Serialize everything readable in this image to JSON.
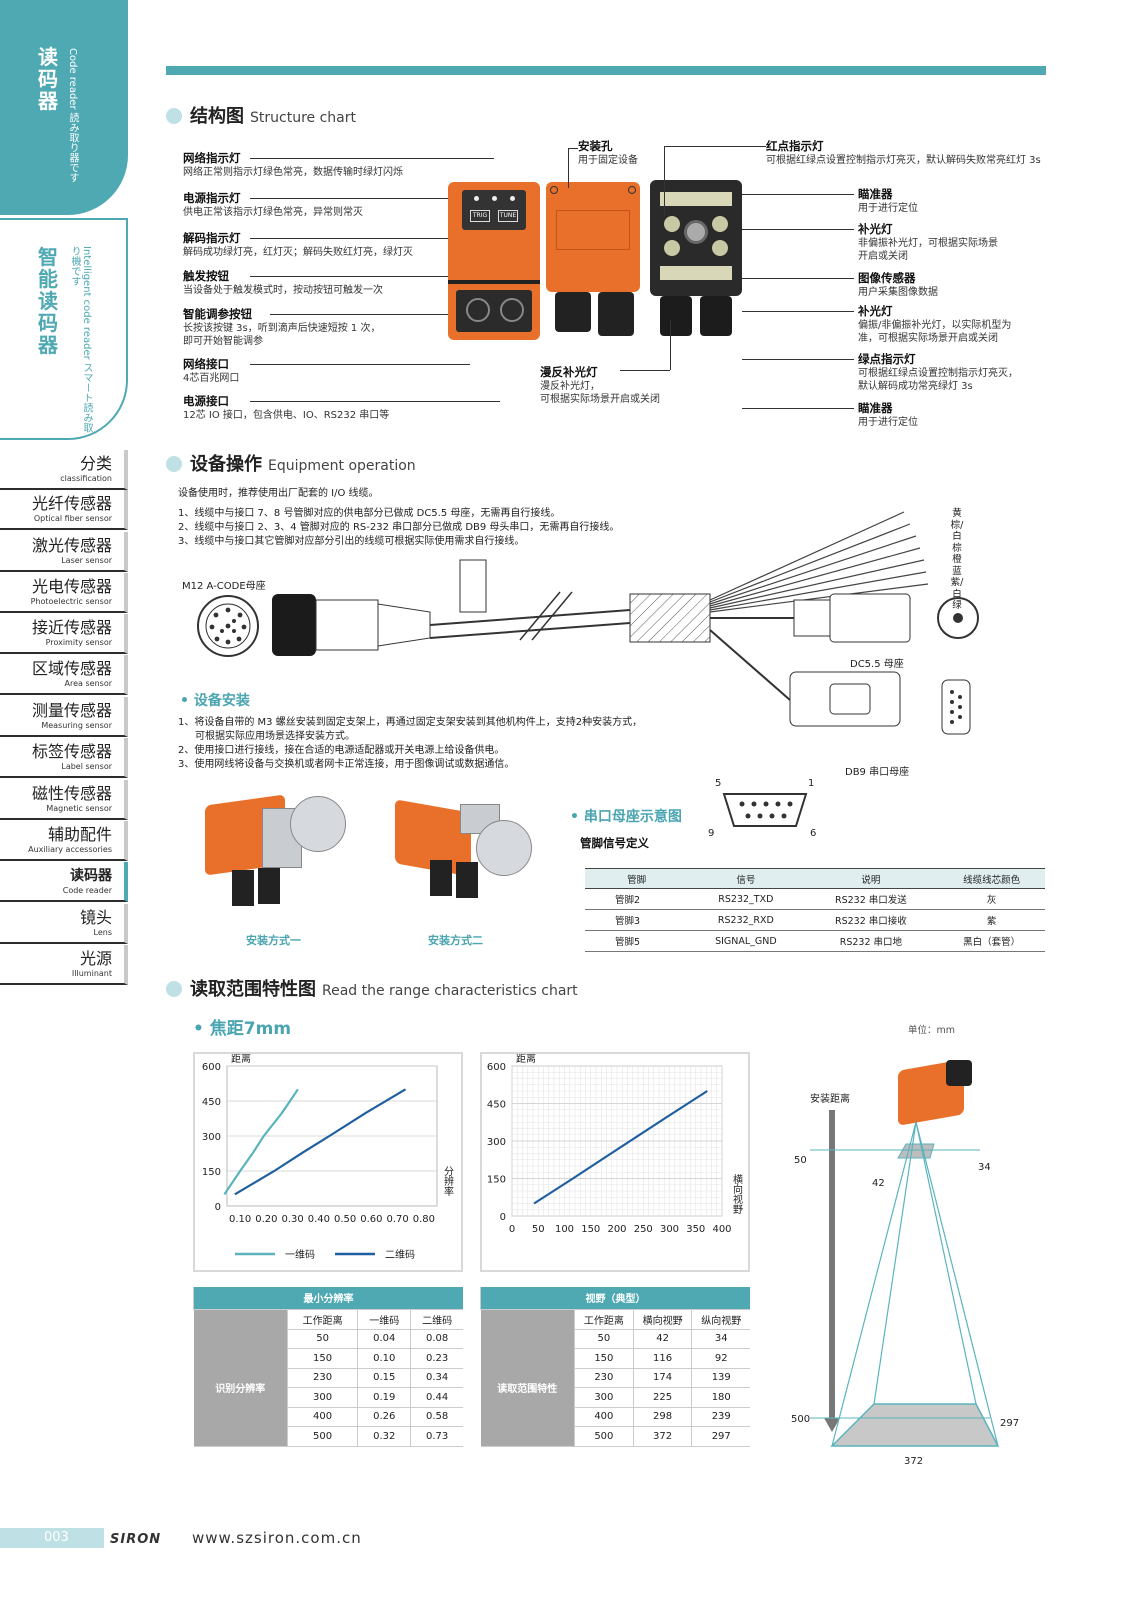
{
  "sidebar": {
    "tab_top": {
      "cn": "读码器",
      "en": "Code reader 読み取り器です"
    },
    "tab_mid": {
      "cn": "智能读码器",
      "en": "Intelligent code reader スマート読み取り機です"
    },
    "categories": [
      {
        "cn": "分类",
        "en": "classification"
      },
      {
        "cn": "光纤传感器",
        "en": "Optical fiber sensor"
      },
      {
        "cn": "激光传感器",
        "en": "Laser sensor"
      },
      {
        "cn": "光电传感器",
        "en": "Photoelectric sensor"
      },
      {
        "cn": "接近传感器",
        "en": "Proximity sensor"
      },
      {
        "cn": "区域传感器",
        "en": "Area sensor"
      },
      {
        "cn": "测量传感器",
        "en": "Measuring sensor"
      },
      {
        "cn": "标签传感器",
        "en": "Label sensor"
      },
      {
        "cn": "磁性传感器",
        "en": "Magnetic sensor"
      },
      {
        "cn": "辅助配件",
        "en": "Auxiliary accessories"
      },
      {
        "cn": "读码器",
        "en": "Code reader"
      },
      {
        "cn": "镜头",
        "en": "Lens"
      },
      {
        "cn": "光源",
        "en": "Illuminant"
      }
    ]
  },
  "structure": {
    "title": "结构图",
    "title_en": "Structure chart",
    "left_labels": [
      {
        "t": "网络指示灯",
        "d": "网络正常则指示灯绿色常亮，数据传输时绿灯闪烁"
      },
      {
        "t": "电源指示灯",
        "d": "供电正常该指示灯绿色常亮，异常则常灭"
      },
      {
        "t": "解码指示灯",
        "d": "解码成功绿灯亮，红灯灭；解码失败红灯亮，绿灯灭"
      },
      {
        "t": "触发按钮",
        "d": "当设备处于触发模式时，按动按钮可触发一次"
      },
      {
        "t": "智能调参按钮",
        "d": "长按该按键 3s，听到滴声后快速短按 1 次，",
        "d2": "即可开始智能调参"
      },
      {
        "t": "网络接口",
        "d": "4芯百兆网口"
      },
      {
        "t": "电源接口",
        "d": "12芯 IO 接口，包含供电、IO、RS232 串口等"
      }
    ],
    "mount_hole": {
      "t": "安装孔",
      "d": "用于固定设备"
    },
    "red_led": {
      "t": "红点指示灯",
      "d": "可根据红绿点设置控制指示灯亮灭，默认解码失败常亮红灯 3s"
    },
    "diffuse": {
      "t": "漫反补光灯",
      "d": "漫反补光灯，",
      "d2": "可根据实际场景开启或关闭"
    },
    "right_labels": [
      {
        "t": "瞄准器",
        "d": "用于进行定位"
      },
      {
        "t": "补光灯",
        "d": "非偏振补光灯，可根据实际场景",
        "d2": "开启或关闭"
      },
      {
        "t": "图像传感器",
        "d": "用户采集图像数据"
      },
      {
        "t": "补光灯",
        "d": "偏振/非偏振补光灯，以实际机型为",
        "d2": "准，可根据实际场景开启或关闭"
      },
      {
        "t": "绿点指示灯",
        "d": "可根据红绿点设置控制指示灯亮灭，",
        "d2": "默认解码成功常亮绿灯 3s"
      },
      {
        "t": "瞄准器",
        "d": "用于进行定位"
      }
    ],
    "buttons": [
      "TRIG",
      "TUNE"
    ]
  },
  "operation": {
    "title": "设备操作",
    "title_en": "Equipment operation",
    "intro": "设备使用时，推荐使用出厂配套的 I/O 线缆。",
    "items": [
      "1、线缆中与接口 7、8 号管脚对应的供电部分已做成 DC5.5 母座，无需再自行接线。",
      "2、线缆中与接口 2、3、4 管脚对应的 RS-232 串口部分已做成 DB9 母头串口，无需再自行接线。",
      "3、线缆中与接口其它管脚对应部分引出的线缆可根据实际使用需求自行接线。"
    ],
    "m12": "M12 A-CODE母座",
    "wires": [
      "黄",
      "棕/白",
      "棕",
      "橙",
      "蓝",
      "紫/白",
      "绿"
    ],
    "dc": "DC5.5 母座",
    "db9": "DB9 串口母座"
  },
  "install": {
    "title": "设备安装",
    "items": [
      "1、将设备自带的 M3 螺丝安装到固定支架上，再通过固定支架安装到其他机构件上，支持2种安装方式，",
      "可根据实际应用场景选择安装方式。",
      "2、使用接口进行接线，接在合适的电源适配器或开关电源上给设备供电。",
      "3、使用网线将设备与交换机或者网卡正常连接，用于图像调试或数据通信。"
    ],
    "way1": "安装方式一",
    "way2": "安装方式二"
  },
  "serial": {
    "title": "串口母座示意图",
    "pins": [
      "5",
      "1",
      "9",
      "6"
    ],
    "subtitle": "管脚信号定义",
    "headers": [
      "管脚",
      "信号",
      "说明",
      "线缆线芯颜色"
    ],
    "rows": [
      [
        "管脚2",
        "RS232_TXD",
        "RS232 串口发送",
        "灰"
      ],
      [
        "管脚3",
        "RS232_RXD",
        "RS232 串口接收",
        "紫"
      ],
      [
        "管脚5",
        "SIGNAL_GND",
        "RS232 串口地",
        "黑白（套管）"
      ]
    ]
  },
  "range": {
    "title": "读取范围特性图",
    "title_en": "Read the range characteristics chart",
    "focal": "焦距7mm",
    "unit": "单位：mm"
  },
  "chart_data": [
    {
      "type": "line",
      "ylabel": "距离",
      "xlabel": "分辨率",
      "x_ticks": [
        "0.10",
        "0.20",
        "0.30",
        "0.40",
        "0.50",
        "0.60",
        "0.70",
        "0.80"
      ],
      "y_ticks": [
        "0",
        "150",
        "300",
        "450",
        "600"
      ],
      "xlim": [
        0.05,
        0.85
      ],
      "ylim": [
        0,
        600
      ],
      "series": [
        {
          "name": "一维码",
          "color": "#5bb4bd",
          "points": [
            [
              0.04,
              50
            ],
            [
              0.1,
              150
            ],
            [
              0.15,
              230
            ],
            [
              0.19,
              300
            ],
            [
              0.26,
              400
            ],
            [
              0.32,
              500
            ]
          ]
        },
        {
          "name": "二维码",
          "color": "#1f5fa0",
          "points": [
            [
              0.08,
              50
            ],
            [
              0.23,
              150
            ],
            [
              0.34,
              230
            ],
            [
              0.44,
              300
            ],
            [
              0.58,
              400
            ],
            [
              0.73,
              500
            ]
          ]
        }
      ]
    },
    {
      "type": "line",
      "ylabel": "距离",
      "xlabel": "横向视野",
      "x_ticks": [
        "0",
        "50",
        "100",
        "150",
        "200",
        "250",
        "300",
        "350",
        "400"
      ],
      "y_ticks": [
        "0",
        "150",
        "300",
        "450",
        "600"
      ],
      "xlim": [
        0,
        400
      ],
      "ylim": [
        0,
        600
      ],
      "series": [
        {
          "color": "#1f5fa0",
          "points": [
            [
              42,
              50
            ],
            [
              116,
              150
            ],
            [
              174,
              230
            ],
            [
              225,
              300
            ],
            [
              298,
              400
            ],
            [
              372,
              500
            ]
          ]
        }
      ]
    }
  ],
  "resolution_table": {
    "title": "最小分辨率",
    "side": "识别分辨率",
    "headers": [
      "工作距离",
      "一维码",
      "二维码"
    ],
    "rows": [
      [
        "50",
        "0.04",
        "0.08"
      ],
      [
        "150",
        "0.10",
        "0.23"
      ],
      [
        "230",
        "0.15",
        "0.34"
      ],
      [
        "300",
        "0.19",
        "0.44"
      ],
      [
        "400",
        "0.26",
        "0.58"
      ],
      [
        "500",
        "0.32",
        "0.73"
      ]
    ]
  },
  "fov_table": {
    "title": "视野（典型）",
    "side": "读取范围特性",
    "headers": [
      "工作距离",
      "横向视野",
      "纵向视野"
    ],
    "rows": [
      [
        "50",
        "42",
        "34"
      ],
      [
        "150",
        "116",
        "92"
      ],
      [
        "230",
        "174",
        "139"
      ],
      [
        "300",
        "225",
        "180"
      ],
      [
        "400",
        "298",
        "239"
      ],
      [
        "500",
        "372",
        "297"
      ]
    ]
  },
  "fov_diagram": {
    "axis": "安装距离",
    "near": "50",
    "far": "500",
    "near_w": "42",
    "near_h": "34",
    "far_w": "372",
    "far_h": "297"
  },
  "footer": {
    "page": "003",
    "brand": "SIRON",
    "url": "www.szsiron.com.cn"
  }
}
